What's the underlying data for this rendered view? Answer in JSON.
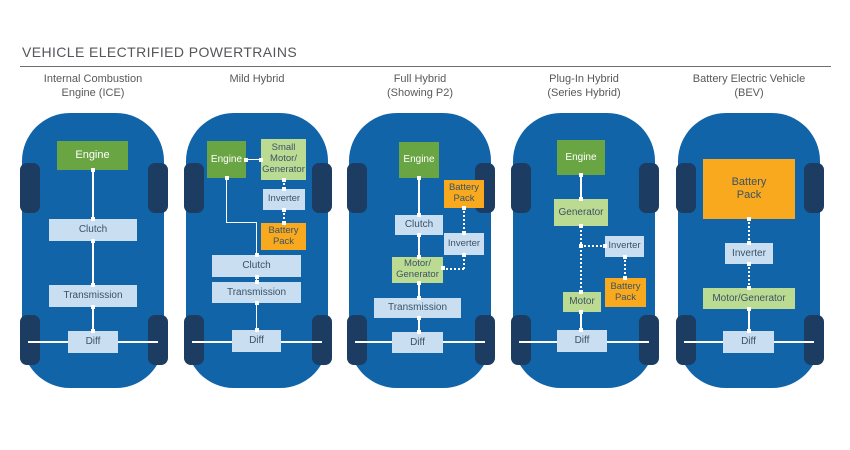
{
  "title": "VEHICLE ELECTRIFIED POWERTRAINS",
  "colors": {
    "vehicle_body_blue": "#1264a8",
    "wheel_navy": "#1c3c62",
    "engine_green": "#6aa544",
    "electric_light_green": "#bcdb92",
    "mechanical_light_blue": "#c9def1",
    "battery_orange": "#f8a91e",
    "box_text": "#3b5266",
    "heading_text": "#58595b",
    "connector": "#ffffff"
  },
  "vehicles": [
    {
      "name": "ice",
      "header1": "Internal Combustion",
      "header2": "Engine (ICE)",
      "components": {
        "engine": "Engine",
        "clutch": "Clutch",
        "transmission": "Transmission",
        "diff": "Diff"
      }
    },
    {
      "name": "mild-hybrid",
      "header1": "Mild Hybrid",
      "header2": "",
      "components": {
        "engine": "Engine",
        "small_motor_generator": "Small Motor/ Generator",
        "inverter": "Inverter",
        "battery_pack": "Battery Pack",
        "clutch": "Clutch",
        "transmission": "Transmission",
        "diff": "Diff"
      }
    },
    {
      "name": "full-hybrid",
      "header1": "Full Hybrid",
      "header2": "(Showing P2)",
      "components": {
        "engine": "Engine",
        "battery_pack": "Battery Pack",
        "clutch": "Clutch",
        "inverter": "Inverter",
        "motor_generator": "Motor/ Generator",
        "transmission": "Transmission",
        "diff": "Diff"
      }
    },
    {
      "name": "plug-in-hybrid",
      "header1": "Plug-In Hybrid",
      "header2": "(Series Hybrid)",
      "components": {
        "engine": "Engine",
        "generator": "Generator",
        "inverter": "Inverter",
        "battery_pack": "Battery Pack",
        "motor": "Motor",
        "diff": "Diff"
      }
    },
    {
      "name": "bev",
      "header1": "Battery Electric Vehicle",
      "header2": "(BEV)",
      "components": {
        "battery_pack": "Battery Pack",
        "inverter": "Inverter",
        "motor_generator": "Motor/Generator",
        "diff": "Diff"
      }
    }
  ]
}
